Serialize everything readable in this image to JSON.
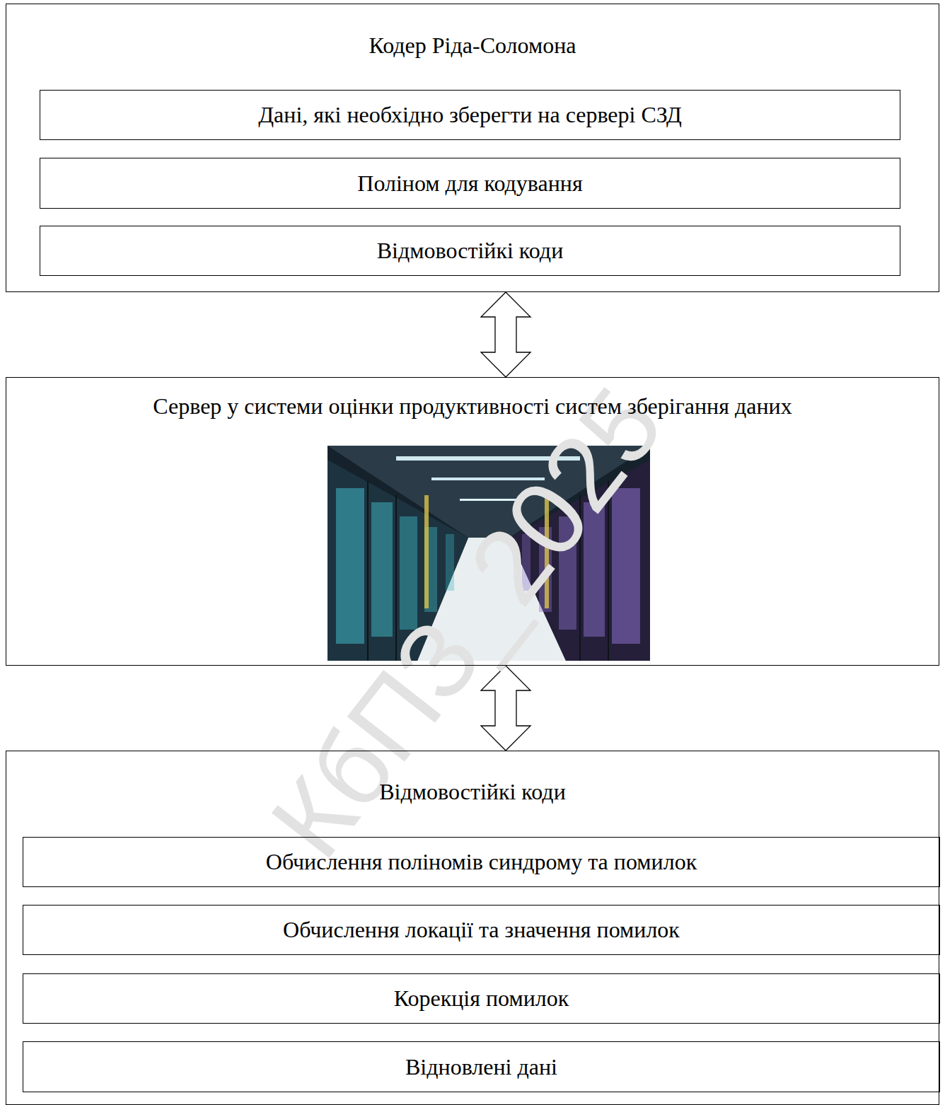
{
  "diagram": {
    "nodes": [
      {
        "text": [
          "Кодер Ріда-Соломона"
        ]
      },
      {
        "text": [
          "Дані, які необхідно зберегти на сервері СЗД"
        ],
        "in": 0
      },
      {
        "text": [
          "Поліном для кодування"
        ],
        "in": 0
      },
      {
        "text": [
          "Відмовостійкі коди"
        ],
        "in": 0
      },
      {
        "text": [
          "Сервер у системи оцінки продуктивності систем зберігання даних"
        ]
      },
      {
        "text": [
          "Відмовостійкі коди"
        ]
      },
      {
        "text": [
          "Обчислення поліномів синдрому та помилок"
        ],
        "in": 5
      },
      {
        "text": [
          "Обчислення локації та значення помилок"
        ],
        "in": 5
      },
      {
        "text": [
          "Корекція помилок"
        ],
        "in": 5
      },
      {
        "text": [
          "Відновлені дані"
        ],
        "in": 5
      }
    ],
    "edges": [
      {
        "from": 0,
        "to": 4,
        "arrow": "both"
      },
      {
        "from": 4,
        "to": 5,
        "arrow": "both"
      }
    ],
    "labels": [
      "КбПЗ_2025"
    ]
  }
}
